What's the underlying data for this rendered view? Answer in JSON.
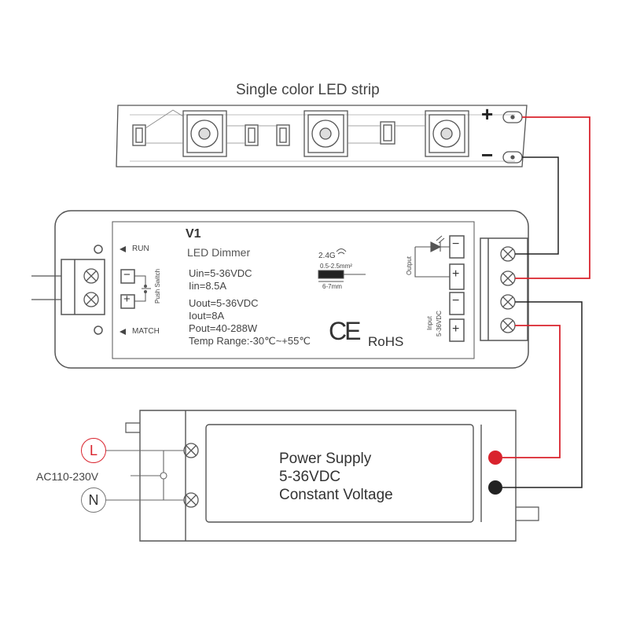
{
  "led_strip": {
    "title": "Single color LED strip",
    "plus": "+",
    "minus": "−"
  },
  "dimmer": {
    "model": "V1",
    "name": "LED Dimmer",
    "uin": "Uin=5-36VDC",
    "iin": "Iin=8.5A",
    "uout": "Uout=5-36VDC",
    "iout": "Iout=8A",
    "pout": "Pout=40-288W",
    "temp": "Temp Range:-30℃~+55℃",
    "run": "RUN",
    "match": "MATCH",
    "push_switch": "Push Switch",
    "minus": "−",
    "plus": "+",
    "rf": "2.4G",
    "wire_gauge": "0.5-2.5mm²",
    "strip_len": "6-7mm",
    "ce": "CE",
    "rohs": "RoHS",
    "output_label": "Output",
    "input_label": "Input",
    "input_voltage": "5-36VDC"
  },
  "power_supply": {
    "line1": "Power Supply",
    "line2": "5-36VDC",
    "line3": "Constant Voltage",
    "ac": "AC110-230V",
    "live": "L",
    "neutral": "N"
  },
  "colors": {
    "positive_wire": "#d9232d",
    "negative_wire": "#222222",
    "outline": "#555555"
  }
}
